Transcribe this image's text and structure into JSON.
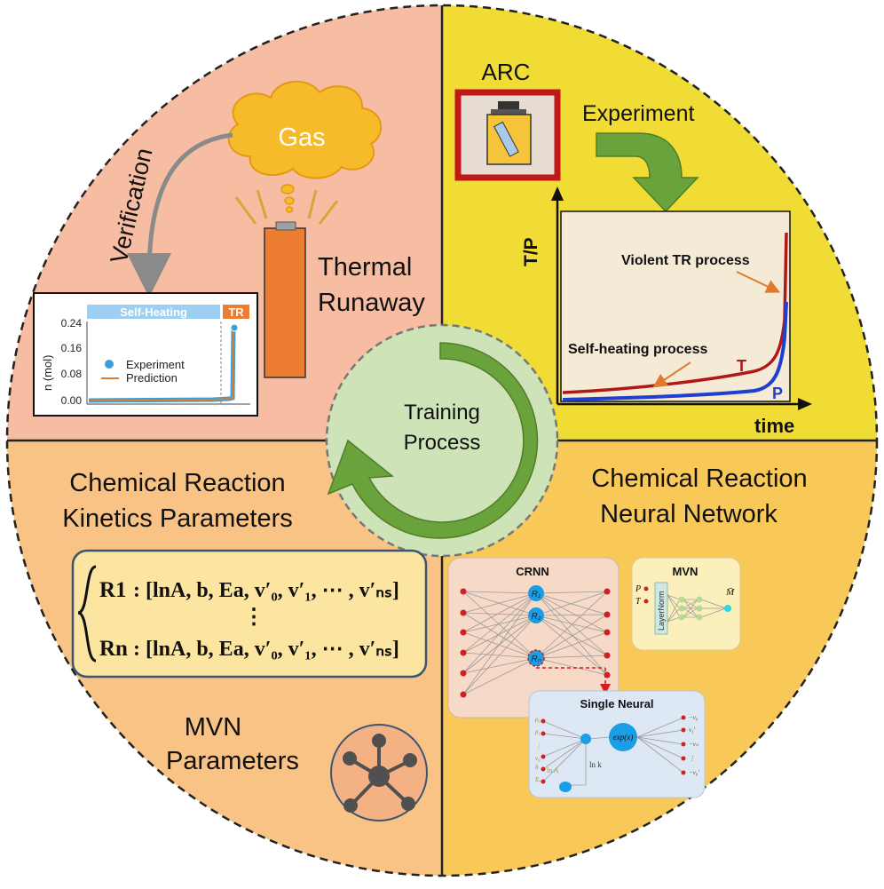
{
  "quadrants": {
    "top_left": {
      "gas_label": "Gas",
      "verification_label": "Verification",
      "thermal_runaway_line1": "Thermal",
      "thermal_runaway_line2": "Runaway",
      "color": "#f6bda2"
    },
    "top_right": {
      "arc_label": "ARC",
      "experiment_label": "Experiment",
      "color": "#f0dc35"
    },
    "bottom_left": {
      "kinetics_title_line1": "Chemical Reaction",
      "kinetics_title_line2": "Kinetics Parameters",
      "mvn_params_line1": "MVN",
      "mvn_params_line2": "Parameters",
      "color": "#f8c384"
    },
    "bottom_right": {
      "crnn_title_line1": "Chemical Reaction",
      "crnn_title_line2": "Neural Network",
      "color": "#f8c958"
    }
  },
  "center": {
    "line1": "Training",
    "line2": "Process",
    "color": "#cfe3b8"
  },
  "mini_chart": {
    "header_left": "Self-Heating",
    "header_right": "TR",
    "ylabel": "n (mol)",
    "yticks": [
      "0.24",
      "0.16",
      "0.08",
      "0.00"
    ],
    "legend": [
      "Experiment",
      "Prediction"
    ]
  },
  "arc_chart": {
    "ylabel": "T/P",
    "xlabel": "time",
    "annotation_violent": "Violent TR process",
    "annotation_self_heating": "Self-heating process",
    "series_T_label": "T",
    "series_P_label": "P",
    "colors": {
      "T": "#b01818",
      "P": "#1f3fd0"
    }
  },
  "equations": {
    "row1_label": "R1",
    "row1_params": ": [lnA, b, Ea, v′₀, v′₁, ⋯ , v′ₙₛ]",
    "dots": "⋮",
    "rown_label": "Rn",
    "rown_params": ": [lnA, b, Ea, v′₀, v′₁, ⋯ , v′ₙₛ]"
  },
  "network": {
    "crnn_title": "CRNN",
    "mvn_title": "MVN",
    "layernorm": "LayerNorm",
    "mvn_inputs": [
      "P",
      "T"
    ],
    "mvn_output": "M̄",
    "hidden_nodes": [
      "R₁",
      "R₂",
      "Rₙ"
    ],
    "single_title": "Single Neural",
    "single_inputs": [
      "ρ₀",
      "ρ₁",
      "⋮",
      "ν₀",
      "b",
      "Eₐ"
    ],
    "single_outputs": [
      "−ν₀",
      "ν₁′",
      "−νₙ",
      "⋮",
      "−ν₀′"
    ],
    "exp_label": "exp(x)",
    "lnk_label": "ln k",
    "lna_label": "ln A"
  }
}
